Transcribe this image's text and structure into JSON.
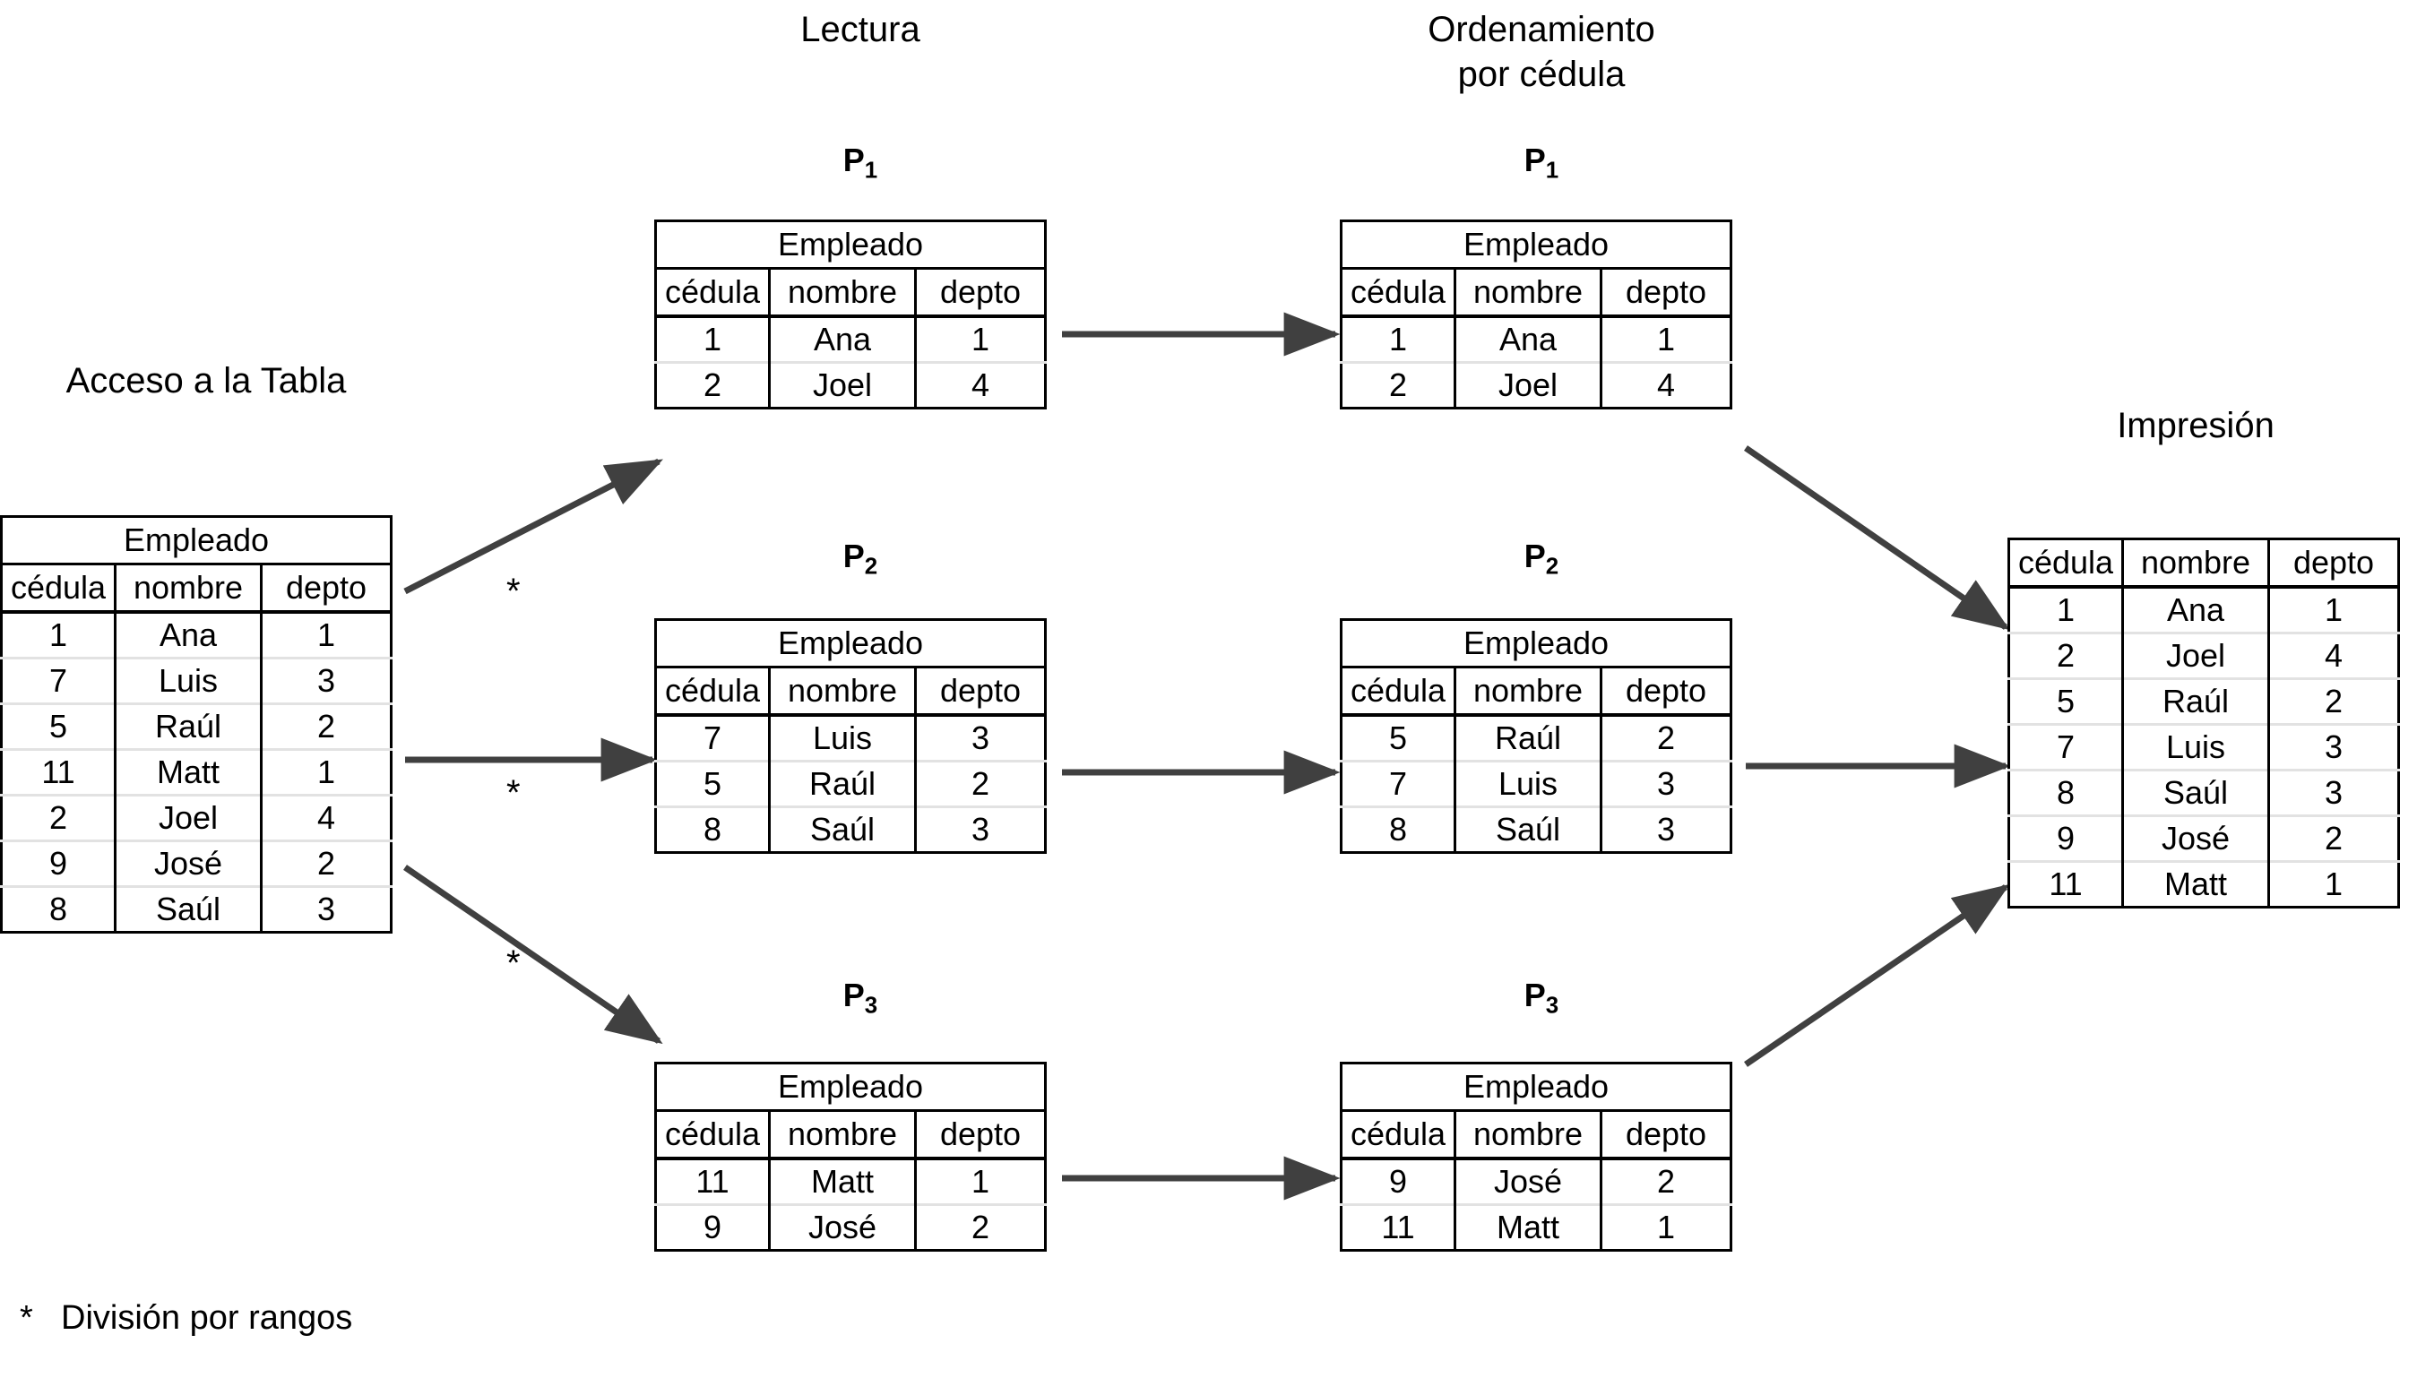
{
  "headings": {
    "source": "Acceso a la Tabla",
    "read": "Lectura",
    "sort": "Ordenamiento\npor cédula",
    "print": "Impresión"
  },
  "footnote": {
    "marker": "*",
    "text": "División por rangos"
  },
  "arrow_marks": {
    "split1": "*",
    "split2": "*",
    "split3": "*"
  },
  "table_title": "Empleado",
  "columns": [
    "cédula",
    "nombre",
    "depto"
  ],
  "p_labels": {
    "p1": {
      "base": "P",
      "sub": "1"
    },
    "p2": {
      "base": "P",
      "sub": "2"
    },
    "p3": {
      "base": "P",
      "sub": "3"
    }
  },
  "colors": {
    "border": "#000000",
    "row_rule": "#e2e2e2",
    "arrow": "#404040",
    "background": "#ffffff"
  },
  "tables": {
    "source": {
      "title": "Empleado",
      "columns": [
        "cédula",
        "nombre",
        "depto"
      ],
      "rows": [
        [
          "1",
          "Ana",
          "1"
        ],
        [
          "7",
          "Luis",
          "3"
        ],
        [
          "5",
          "Raúl",
          "2"
        ],
        [
          "11",
          "Matt",
          "1"
        ],
        [
          "2",
          "Joel",
          "4"
        ],
        [
          "9",
          "José",
          "2"
        ],
        [
          "8",
          "Saúl",
          "3"
        ]
      ]
    },
    "read_p1": {
      "title": "Empleado",
      "columns": [
        "cédula",
        "nombre",
        "depto"
      ],
      "rows": [
        [
          "1",
          "Ana",
          "1"
        ],
        [
          "2",
          "Joel",
          "4"
        ]
      ]
    },
    "read_p2": {
      "title": "Empleado",
      "columns": [
        "cédula",
        "nombre",
        "depto"
      ],
      "rows": [
        [
          "7",
          "Luis",
          "3"
        ],
        [
          "5",
          "Raúl",
          "2"
        ],
        [
          "8",
          "Saúl",
          "3"
        ]
      ]
    },
    "read_p3": {
      "title": "Empleado",
      "columns": [
        "cédula",
        "nombre",
        "depto"
      ],
      "rows": [
        [
          "11",
          "Matt",
          "1"
        ],
        [
          "9",
          "José",
          "2"
        ]
      ]
    },
    "sort_p1": {
      "title": "Empleado",
      "columns": [
        "cédula",
        "nombre",
        "depto"
      ],
      "rows": [
        [
          "1",
          "Ana",
          "1"
        ],
        [
          "2",
          "Joel",
          "4"
        ]
      ]
    },
    "sort_p2": {
      "title": "Empleado",
      "columns": [
        "cédula",
        "nombre",
        "depto"
      ],
      "rows": [
        [
          "5",
          "Raúl",
          "2"
        ],
        [
          "7",
          "Luis",
          "3"
        ],
        [
          "8",
          "Saúl",
          "3"
        ]
      ]
    },
    "sort_p3": {
      "title": "Empleado",
      "columns": [
        "cédula",
        "nombre",
        "depto"
      ],
      "rows": [
        [
          "9",
          "José",
          "2"
        ],
        [
          "11",
          "Matt",
          "1"
        ]
      ]
    },
    "print": {
      "title": "",
      "columns": [
        "cédula",
        "nombre",
        "depto"
      ],
      "rows": [
        [
          "1",
          "Ana",
          "1"
        ],
        [
          "2",
          "Joel",
          "4"
        ],
        [
          "5",
          "Raúl",
          "2"
        ],
        [
          "7",
          "Luis",
          "3"
        ],
        [
          "8",
          "Saúl",
          "3"
        ],
        [
          "9",
          "José",
          "2"
        ],
        [
          "11",
          "Matt",
          "1"
        ]
      ]
    }
  }
}
